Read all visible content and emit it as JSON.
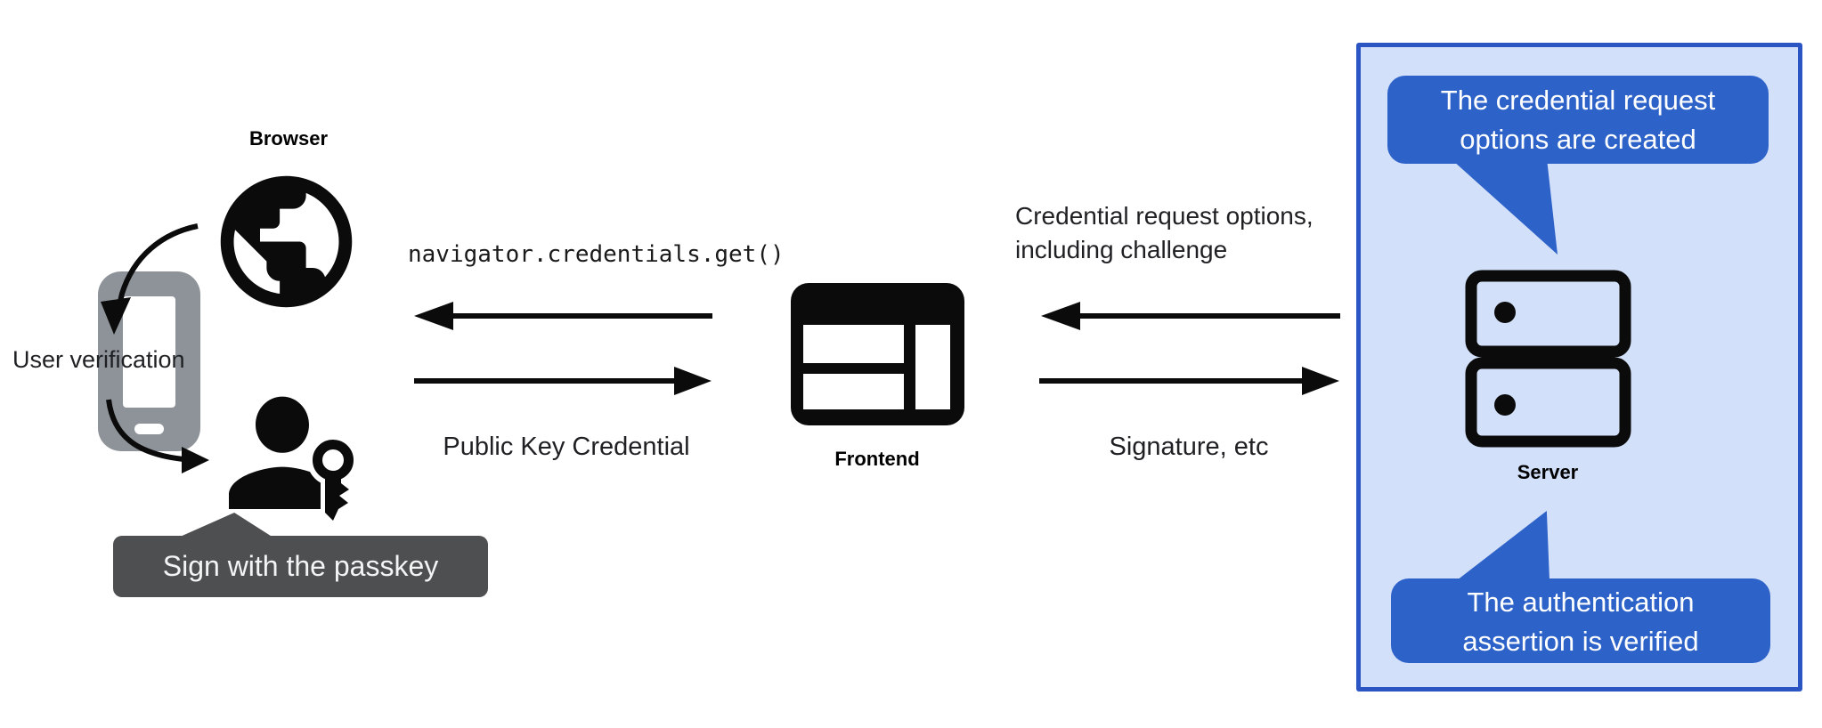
{
  "diagram": {
    "title_context": "Passkey authentication flow",
    "actors": {
      "browser_label": "Browser",
      "frontend_label": "Frontend",
      "server_label": "Server"
    },
    "left_group": {
      "user_verification_label": "User verification",
      "tooltip_text": "Sign with the passkey"
    },
    "messages": {
      "code_call": "navigator.credentials.get()",
      "public_key_credential": "Public Key Credential",
      "credential_request_line1": "Credential request options,",
      "credential_request_line2": "including challenge",
      "signature": "Signature, etc"
    },
    "server_panel": {
      "bubble_top_line1": "The credential request",
      "bubble_top_line2": "options are created",
      "bubble_bottom_line1": "The authentication",
      "bubble_bottom_line2": "assertion is verified"
    },
    "icons": [
      "globe-icon",
      "smartphone-icon",
      "person-icon",
      "key-icon",
      "frontend-window-icon",
      "server-icon"
    ],
    "colors": {
      "bubble_blue": "#2d62c9",
      "panel_border_blue": "#2a55c2",
      "panel_background": "#d3e0fa",
      "tooltip_gray": "#4e4f51",
      "phone_gray": "#8e9399",
      "ink_black": "#0b0b0b",
      "background": "#ffffff"
    }
  }
}
